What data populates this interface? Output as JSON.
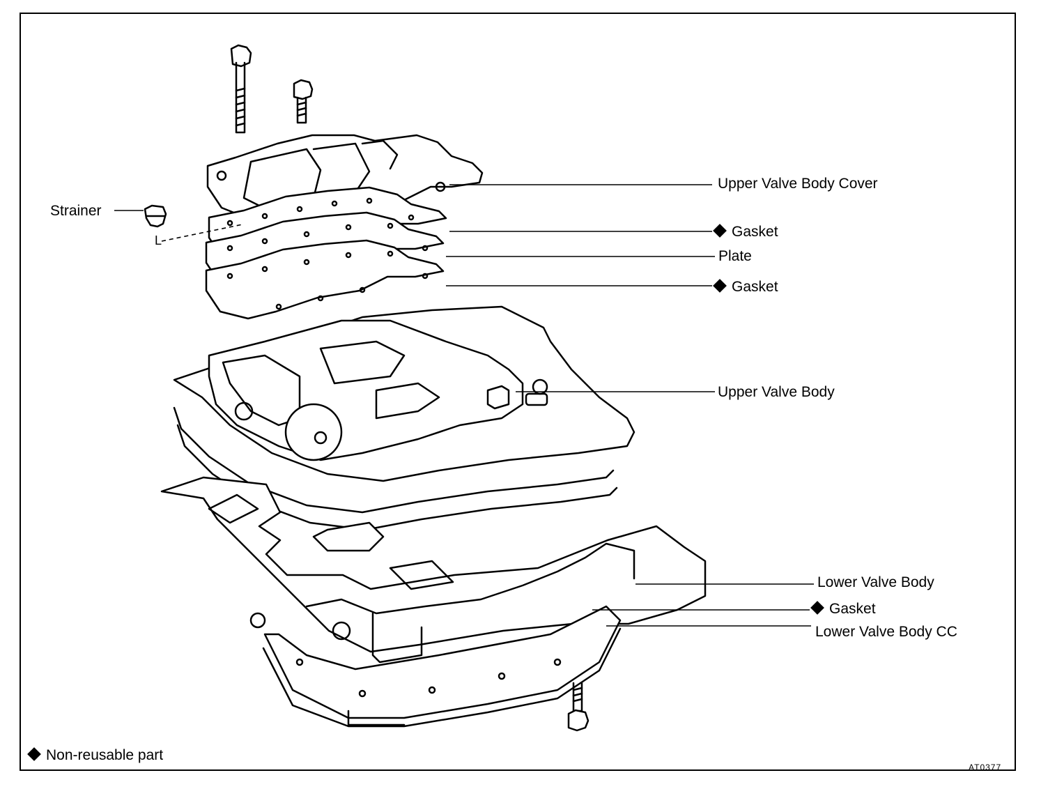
{
  "labels": {
    "strainer": "Strainer",
    "upper_valve_body_cover": "Upper Valve Body Cover",
    "gasket_1": "Gasket",
    "plate": "Plate",
    "gasket_2": "Gasket",
    "upper_valve_body": "Upper Valve Body",
    "lower_valve_body": "Lower Valve Body",
    "gasket_3": "Gasket",
    "lower_valve_body_cc": "Lower Valve Body CC",
    "legend": "Non-reusable part",
    "figure_code": "AT0377"
  },
  "colors": {
    "ink": "#000000",
    "paper": "#ffffff"
  },
  "icons": {
    "non_reusable": "diamond-icon"
  }
}
